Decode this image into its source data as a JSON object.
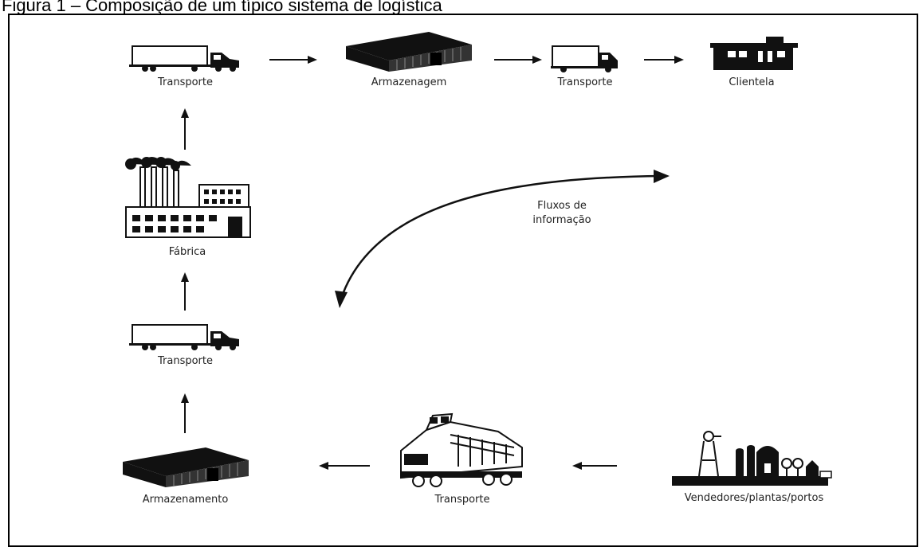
{
  "caption": "Figura 1 – Composição de um típico sistema de logística",
  "nodes": {
    "top_transport": "Transporte",
    "top_storage": "Armazenagem",
    "top_transport2": "Transporte",
    "top_client": "Clientela",
    "factory": "Fábrica",
    "left_transport": "Transporte",
    "bottom_storage": "Armazenamento",
    "bottom_transport": "Transporte",
    "vendors": "Vendedores/plantas/portos"
  },
  "flow_label": [
    "Fluxos de",
    "informação"
  ]
}
